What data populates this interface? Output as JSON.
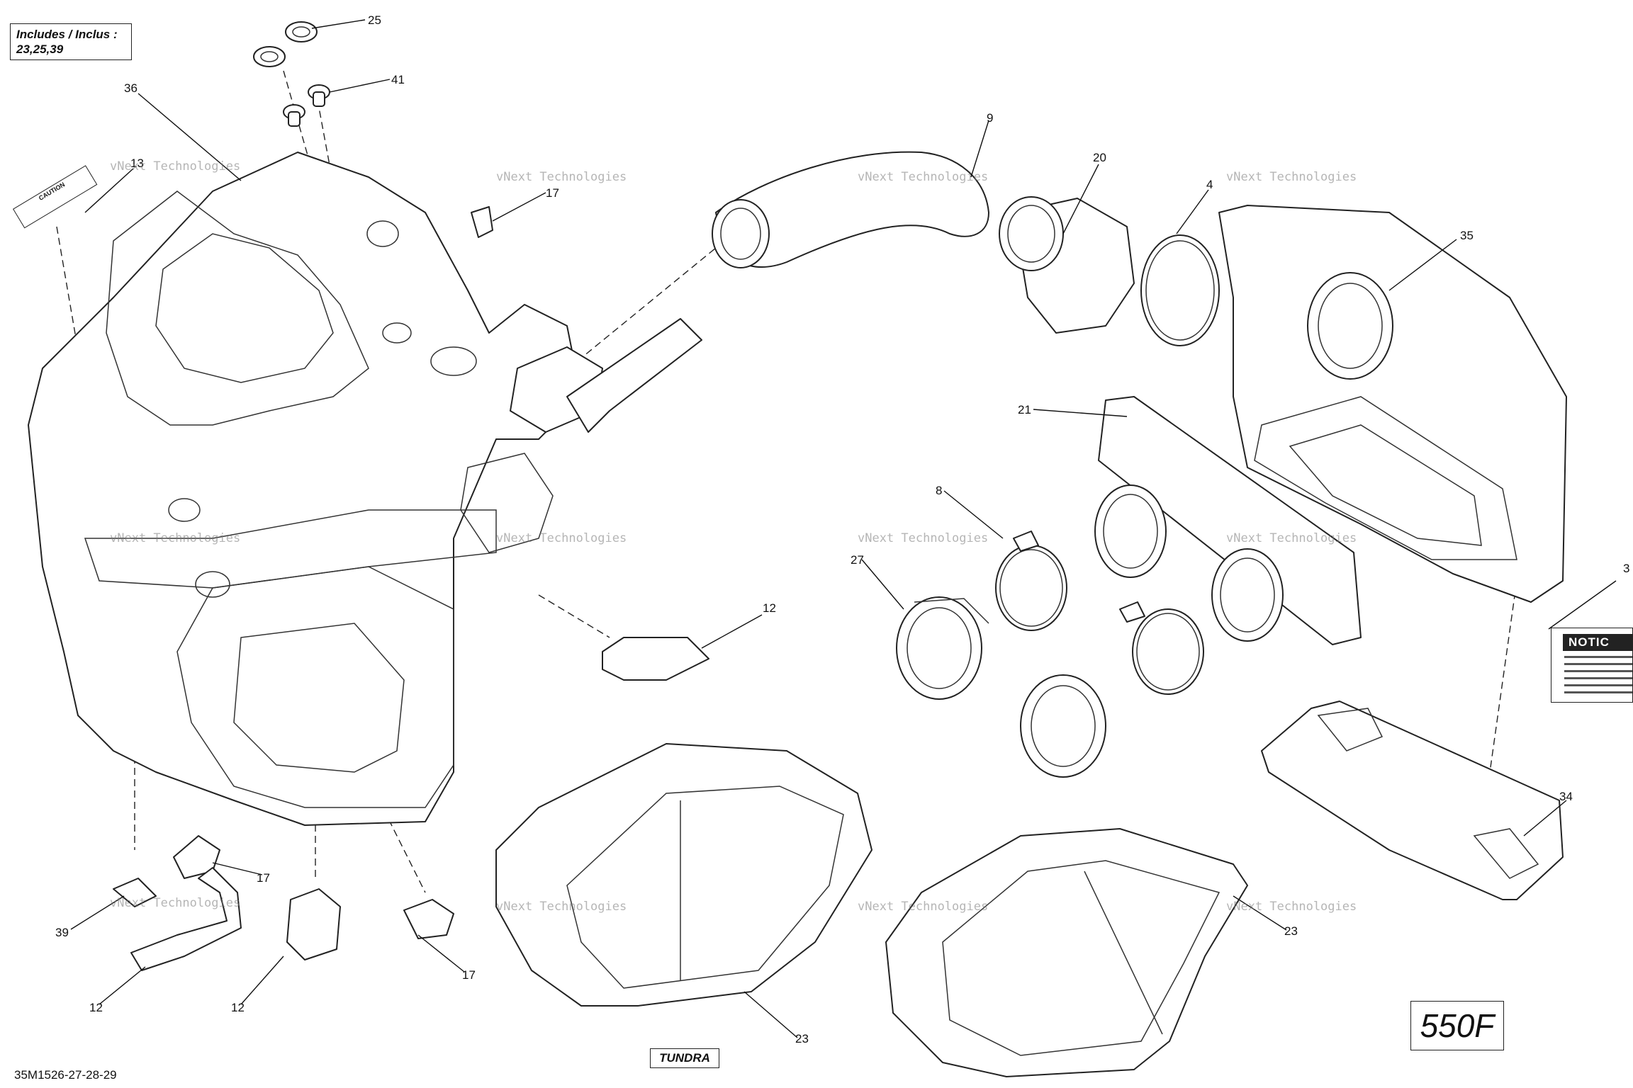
{
  "includes_box": {
    "line1": "Includes / Inclus :",
    "line2": "23,25,39"
  },
  "model_label": "550F",
  "tundra_label": "TUNDRA",
  "drawing_code": "35M1526-27-28-29",
  "notice_label_text": "NOTIC",
  "caution_label_text": "CAUTION",
  "callouts": [
    {
      "id": "c25",
      "text": "25"
    },
    {
      "id": "c41",
      "text": "41"
    },
    {
      "id": "c36",
      "text": "36"
    },
    {
      "id": "c13",
      "text": "13"
    },
    {
      "id": "c17a",
      "text": "17"
    },
    {
      "id": "c9",
      "text": "9"
    },
    {
      "id": "c20",
      "text": "20"
    },
    {
      "id": "c4",
      "text": "4"
    },
    {
      "id": "c35",
      "text": "35"
    },
    {
      "id": "c21",
      "text": "21"
    },
    {
      "id": "c8",
      "text": "8"
    },
    {
      "id": "c27",
      "text": "27"
    },
    {
      "id": "c12a",
      "text": "12"
    },
    {
      "id": "c3",
      "text": "3"
    },
    {
      "id": "c34",
      "text": "34"
    },
    {
      "id": "c17b",
      "text": "17"
    },
    {
      "id": "c39",
      "text": "39"
    },
    {
      "id": "c12b",
      "text": "12"
    },
    {
      "id": "c12c",
      "text": "12"
    },
    {
      "id": "c17c",
      "text": "17"
    },
    {
      "id": "c23a",
      "text": "23"
    },
    {
      "id": "c23b",
      "text": "23"
    }
  ],
  "watermark_text": "vNext Technologies"
}
